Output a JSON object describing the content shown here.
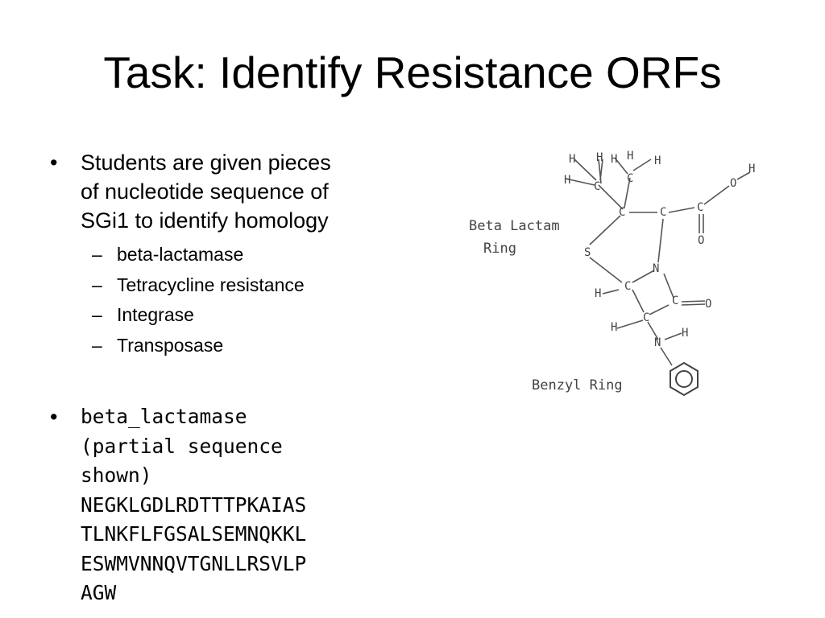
{
  "slide": {
    "title": "Task: Identify Resistance ORFs"
  },
  "bullets": {
    "main": {
      "line1": "Students are given pieces",
      "line2": "of nucleotide sequence of",
      "line3": "SGi1 to identify homology"
    },
    "sub_items": [
      {
        "label": "beta-lactamase"
      },
      {
        "label": "Tetracycline resistance"
      },
      {
        "label": "Integrase"
      },
      {
        "label": "Transposase"
      }
    ],
    "sequence": {
      "lines": [
        "beta_lactamase",
        "(partial sequence",
        "shown)",
        "NEGKLGDLRDTTTPKAIAS",
        "TLNKFLFGSALSEMNQKKL",
        "ESWMVNNQVTGNLLRSVLP",
        "AGW"
      ]
    }
  },
  "diagram": {
    "label_beta_1": "Beta Lactam",
    "label_beta_2": "Ring",
    "label_benzyl": "Benzyl Ring",
    "atoms": {
      "H": "H",
      "C": "C",
      "O": "O",
      "N": "N",
      "S": "S"
    }
  }
}
